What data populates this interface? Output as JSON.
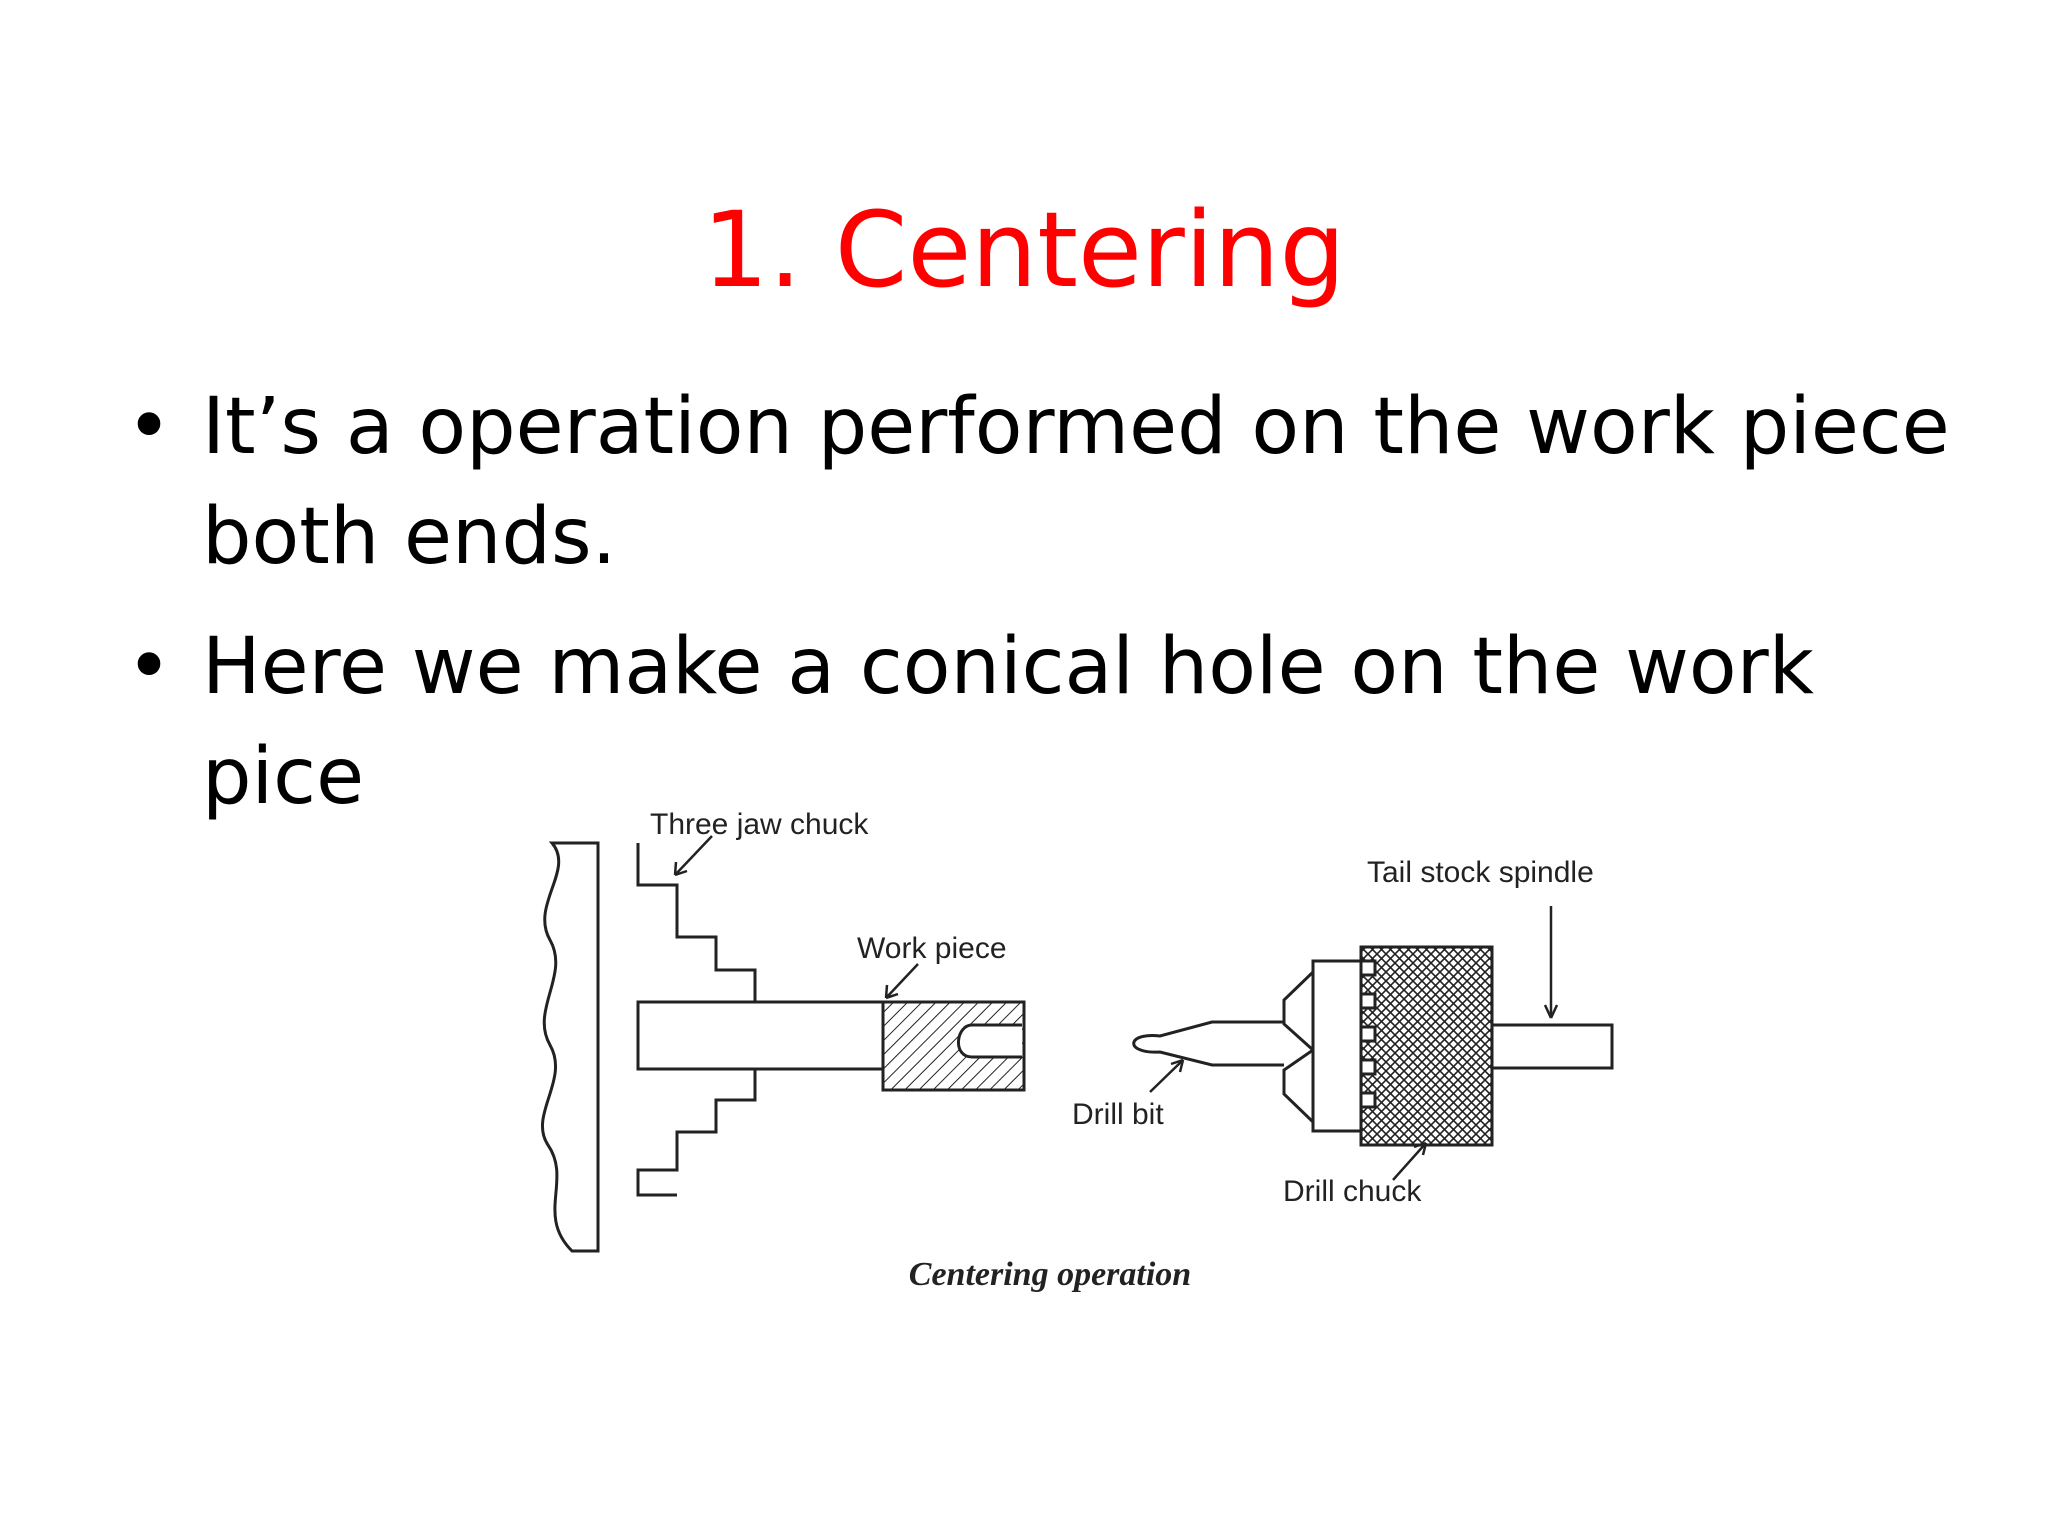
{
  "title": "1. Centering",
  "bullets": [
    {
      "marker": "•",
      "text": "It’s a operation performed on the work piece both ends."
    },
    {
      "marker": "•",
      "text": "Here we make a conical hole on the work pice"
    }
  ],
  "figure": {
    "labels": {
      "three_jaw_chuck": "Three jaw chuck",
      "work_piece": "Work piece",
      "tail_stock_spindle": "Tail stock spindle",
      "drill_bit": "Drill bit",
      "drill_chuck": "Drill chuck"
    },
    "caption": "Centering operation"
  },
  "colors": {
    "title": "#ff0000",
    "text": "#000000",
    "line_art": "#222222"
  }
}
